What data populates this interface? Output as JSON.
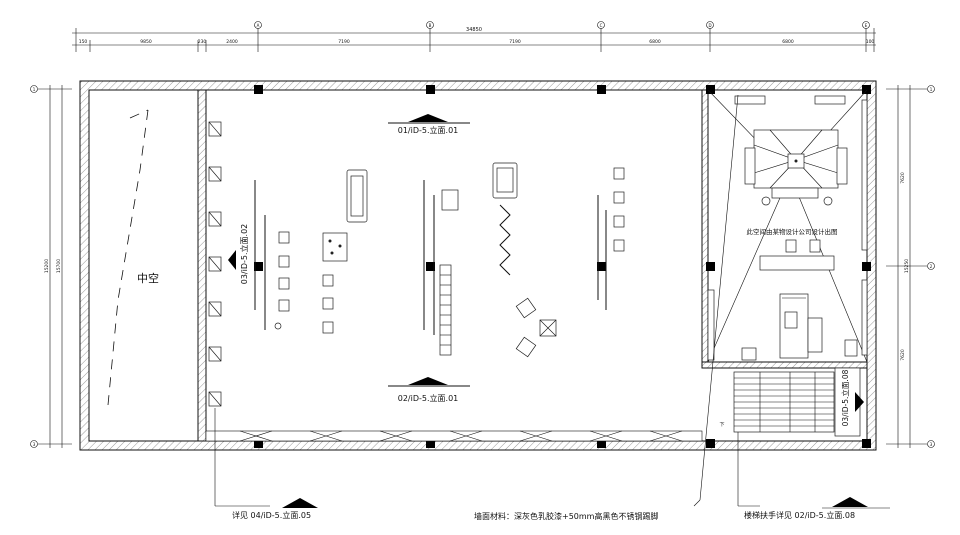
{
  "dimensions": {
    "total": "34850",
    "top_segments": [
      "150",
      "9850",
      "230",
      "2400",
      "7190",
      "7190",
      "6800",
      "6800",
      "100"
    ],
    "left_total": "15200",
    "left_sub": "15700",
    "right_top": "7620",
    "right_bottom": "7620",
    "right_total": "15250"
  },
  "grid_axes": {
    "columns": [
      "A",
      "B",
      "C",
      "D",
      "E"
    ],
    "rows": [
      "1",
      "2",
      "3"
    ]
  },
  "labels": {
    "void": "中空",
    "elev_01": "01/iD-5.立面.01",
    "elev_02_bottom": "02/iD-5.立面.01",
    "elev_03_left": "03/iD-5.立面.02",
    "elev_03_right": "03/iD-5.立面.08",
    "company_text": "此空间由某物设计公司设计出图",
    "down_mark": "下"
  },
  "callouts": {
    "detail_ref": "详见 04/iD-5.立面.05",
    "wall_material": "墙面材料：深灰色乳胶漆+50mm高黑色不锈钢踢脚",
    "stair_handrail": "楼梯扶手详见  02/iD-5.立面.08"
  }
}
